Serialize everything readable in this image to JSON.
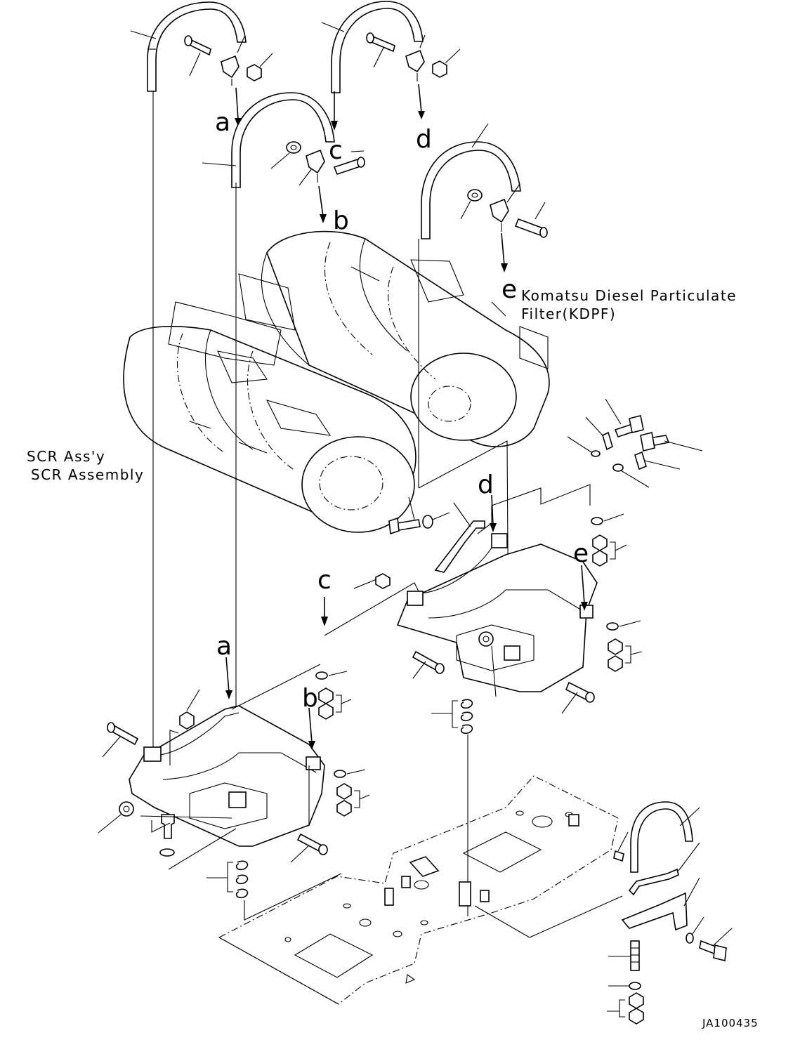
{
  "labels": {
    "a": "a",
    "b": "b",
    "c": "c",
    "d": "d",
    "e": "e"
  },
  "kdpf": {
    "line1": "Komatsu Diesel Particulate",
    "line2": "Filter(KDPF)"
  },
  "scr": {
    "line1": "SCR Ass'y",
    "line2": "SCR Assembly"
  },
  "drawing_number": "JA100435"
}
